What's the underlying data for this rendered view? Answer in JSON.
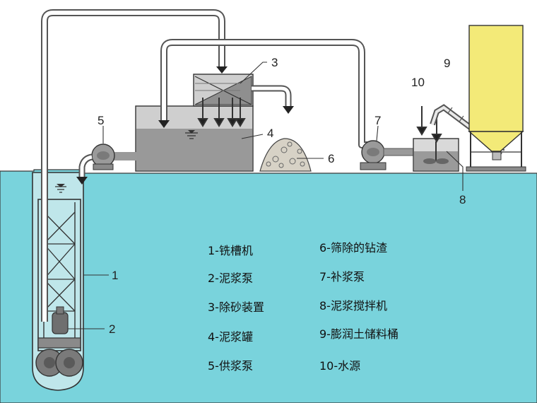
{
  "callouts": {
    "c1": "1",
    "c2": "2",
    "c3": "3",
    "c4": "4",
    "c5": "5",
    "c6": "6",
    "c7": "7",
    "c8": "8",
    "c9": "9",
    "c10": "10"
  },
  "legend": [
    {
      "text": "1-铣槽机"
    },
    {
      "text": "2-泥浆泵"
    },
    {
      "text": "3-除砂装置"
    },
    {
      "text": "4-泥浆罐"
    },
    {
      "text": "5-供浆泵"
    },
    {
      "text": "6-筛除的钻渣"
    },
    {
      "text": "7-补浆泵"
    },
    {
      "text": "8-泥浆搅拌机"
    },
    {
      "text": "9-膨润土储料桶"
    },
    {
      "text": "10-水源"
    }
  ],
  "colors": {
    "water": "#79d3dc",
    "equipment": "#9a9a9a",
    "silo": "#f3ea78",
    "pipe": "#ffffff",
    "outline": "#333333"
  }
}
